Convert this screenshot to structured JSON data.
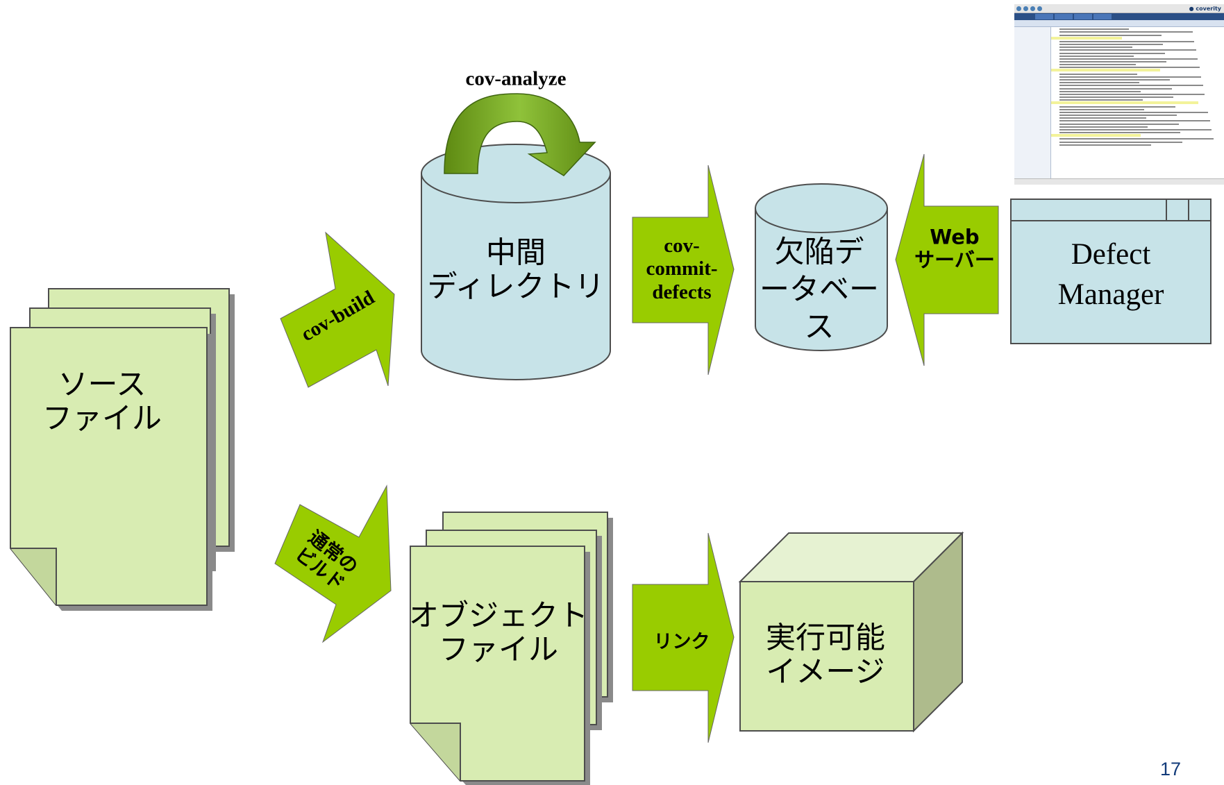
{
  "nodes": {
    "source": "ソース\nファイル",
    "intermediate": "中間\nディレクトリ",
    "defect_db": "欠陥デ\nータベー\nス",
    "defect_manager": "Defect\nManager",
    "object": "オブジェクト\nファイル",
    "executable": "実行可能\nイメージ"
  },
  "arrows": {
    "cov_build": "cov-build",
    "cov_analyze": "cov-analyze",
    "cov_commit": "cov-\ncommit-\ndefects",
    "web_server": "Web\nサーバー",
    "normal_build": "通常の\nビルド",
    "link": "リンク"
  },
  "page_number": "17",
  "colors": {
    "doc_fill": "#d8ecb2",
    "arrow_fill": "#99cc00",
    "db_fill": "#c7e3e8",
    "manager_fill": "#c7e3e8",
    "box_front": "#d8ecb2",
    "box_side": "#aebb8c",
    "shadow": "#8a8a8a",
    "stroke": "#4d4d4d"
  }
}
